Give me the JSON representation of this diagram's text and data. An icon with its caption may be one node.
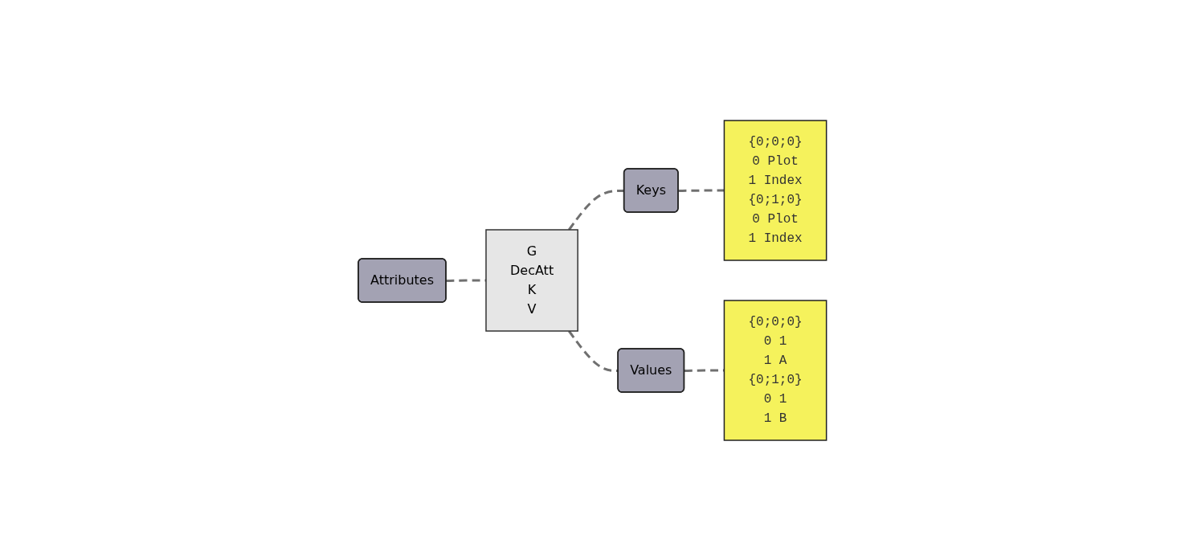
{
  "diagram": {
    "nodes": [
      {
        "text": [
          "Attributes"
        ]
      },
      {
        "text": [
          "G",
          "DecAtt",
          "K",
          "V"
        ]
      },
      {
        "text": [
          "Keys"
        ]
      },
      {
        "text": [
          "Values"
        ]
      },
      {
        "text": [
          "{0;0;0}",
          "0 Plot",
          "1 Index",
          "{0;1;0}",
          "0 Plot",
          "1 Index"
        ]
      },
      {
        "text": [
          "{0;0;0}",
          "0 1",
          "1 A",
          "{0;1;0}",
          "0 1",
          "1 B"
        ]
      }
    ],
    "edges": [
      {
        "from": 0,
        "to": 1,
        "arrow": "none",
        "style": "dashed"
      },
      {
        "from": 1,
        "to": 2,
        "arrow": "none",
        "style": "dashed"
      },
      {
        "from": 1,
        "to": 3,
        "arrow": "none",
        "style": "dashed"
      },
      {
        "from": 2,
        "to": 4,
        "arrow": "none",
        "style": "dashed"
      },
      {
        "from": 3,
        "to": 5,
        "arrow": "none",
        "style": "dashed"
      }
    ]
  }
}
